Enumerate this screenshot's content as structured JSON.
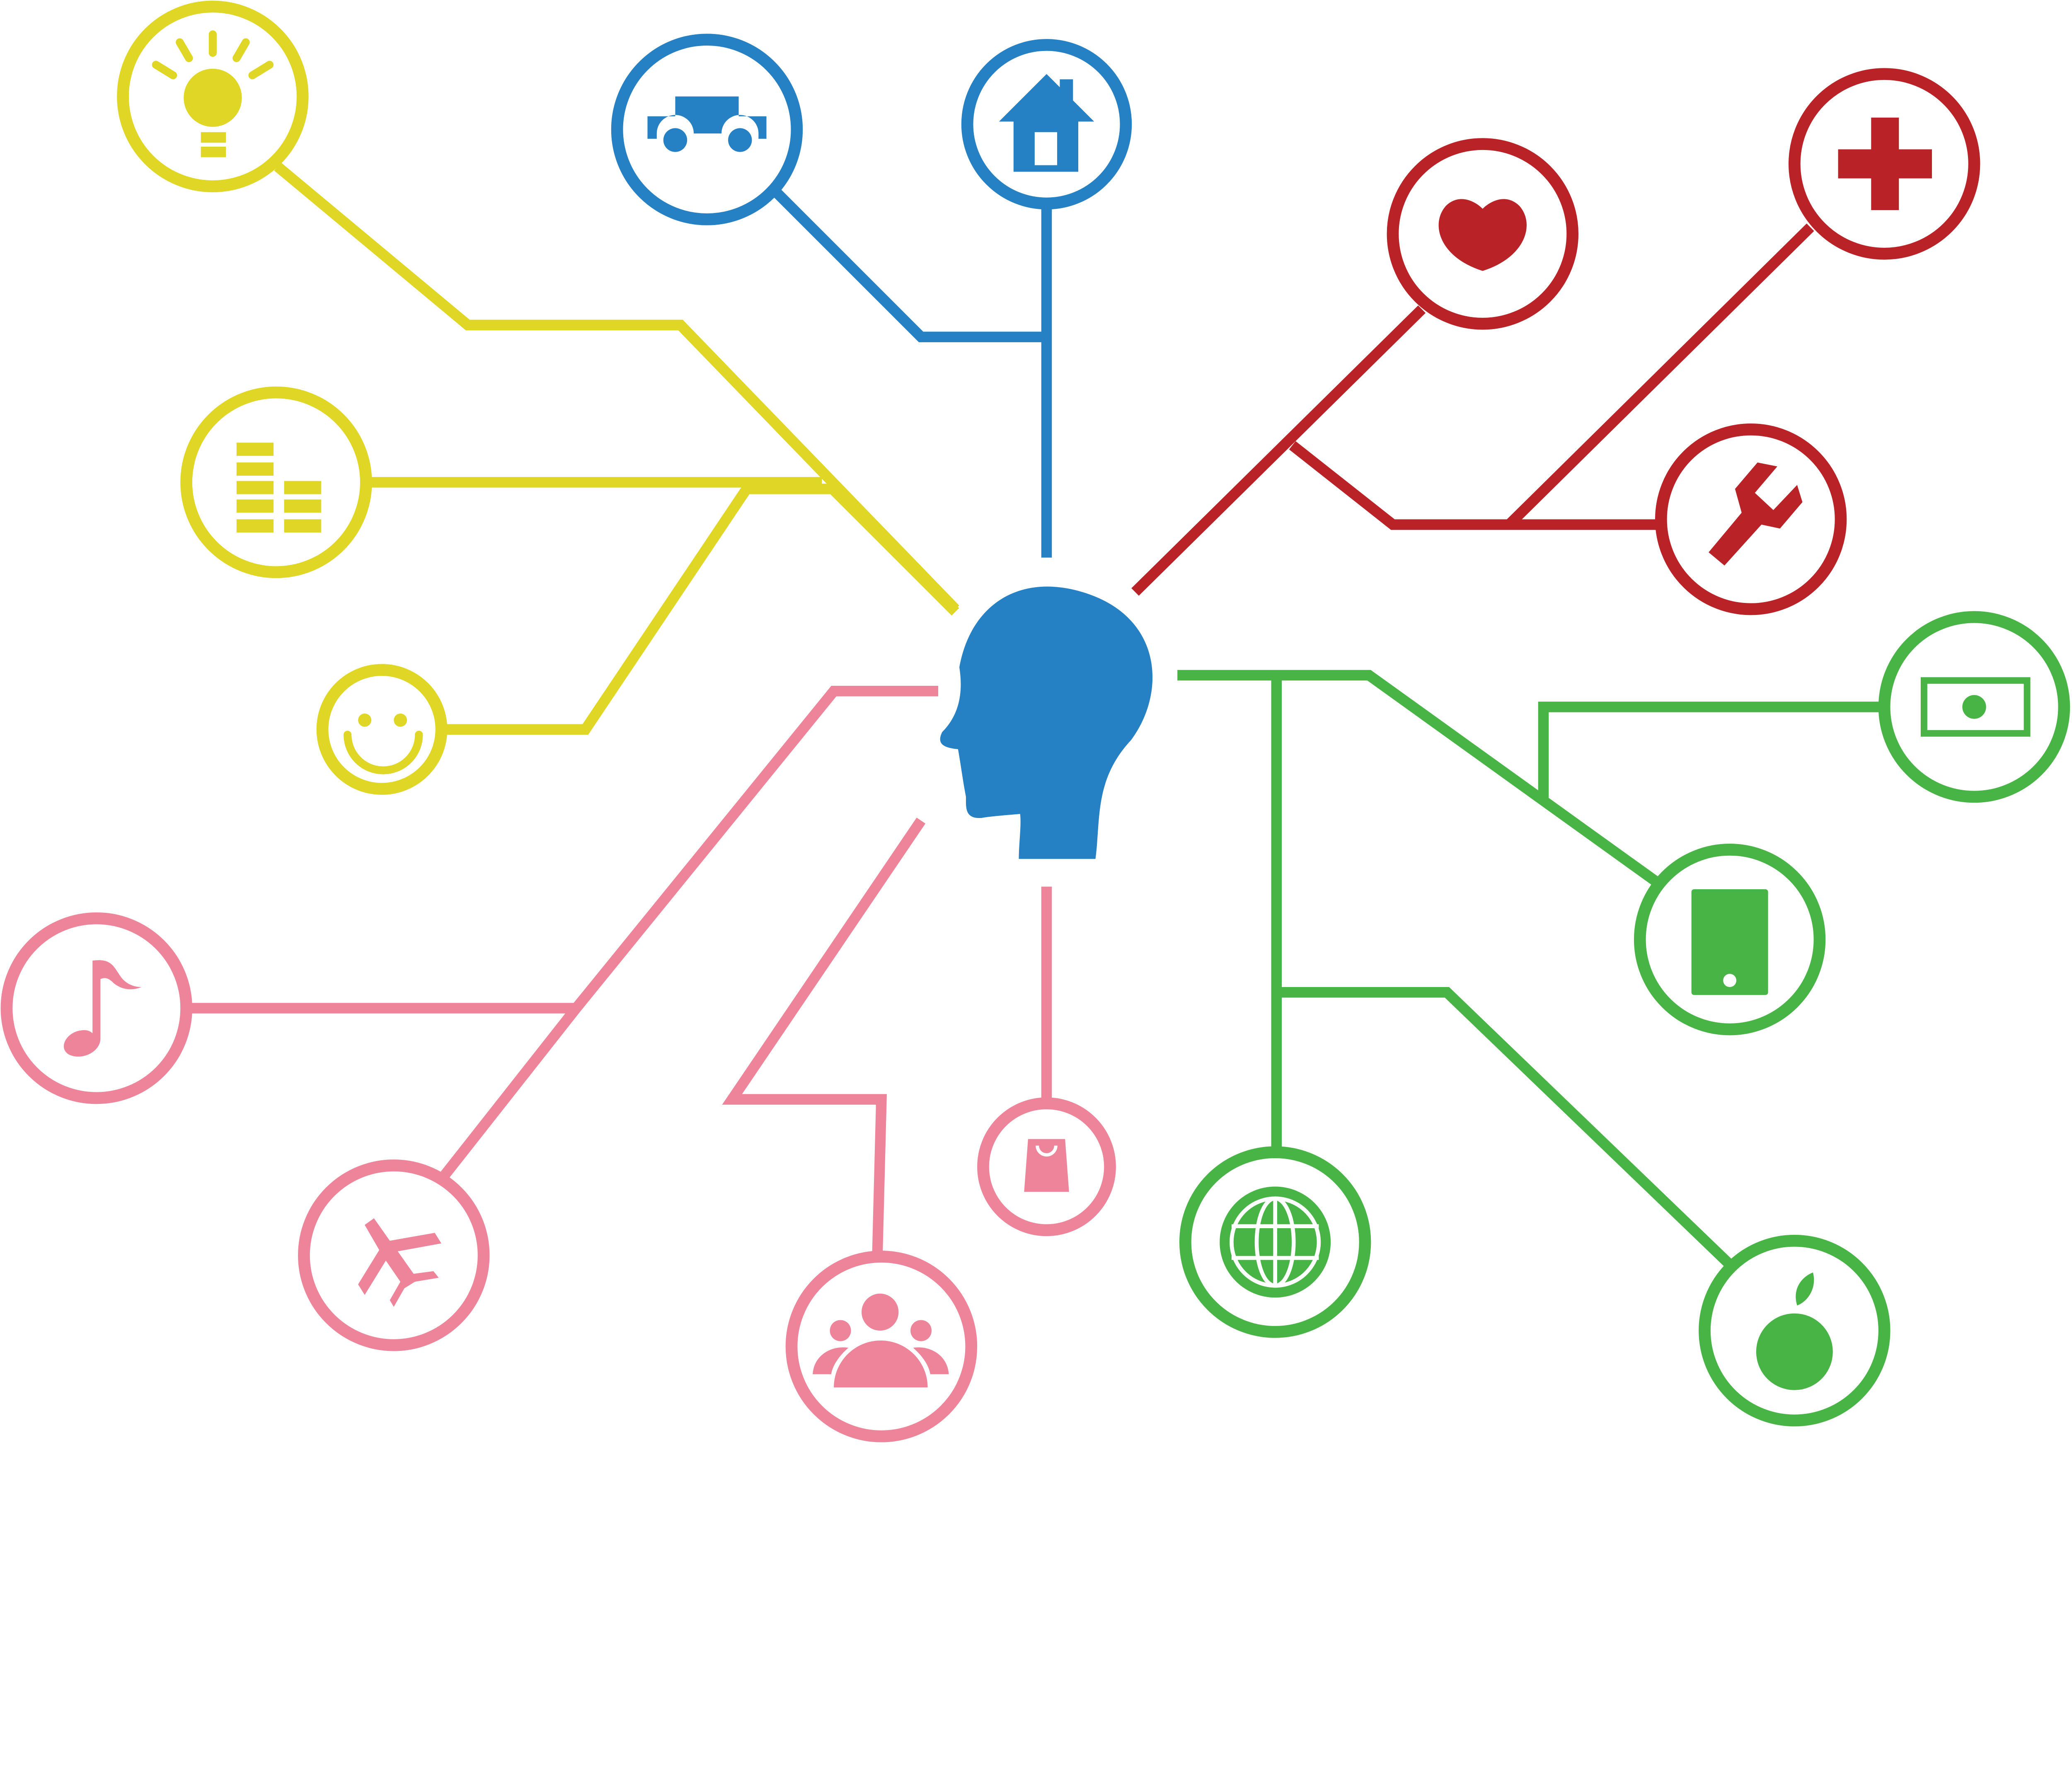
{
  "colors": {
    "yellow": "#e0d626",
    "blue": "#2680c4",
    "red": "#b92327",
    "pink": "#ee8499",
    "green": "#48b445",
    "background": "#ffffff"
  },
  "center": {
    "icon": "head-icon"
  },
  "nodes": [
    {
      "icon": "lightbulb-icon",
      "color": "yellow"
    },
    {
      "icon": "bar-chart-icon",
      "color": "yellow"
    },
    {
      "icon": "smiley-icon",
      "color": "yellow"
    },
    {
      "icon": "car-icon",
      "color": "blue"
    },
    {
      "icon": "house-icon",
      "color": "blue"
    },
    {
      "icon": "heart-icon",
      "color": "red"
    },
    {
      "icon": "medical-cross-icon",
      "color": "red"
    },
    {
      "icon": "wrench-icon",
      "color": "red"
    },
    {
      "icon": "money-icon",
      "color": "green"
    },
    {
      "icon": "tablet-icon",
      "color": "green"
    },
    {
      "icon": "globe-icon",
      "color": "green"
    },
    {
      "icon": "apple-icon",
      "color": "green"
    },
    {
      "icon": "music-note-icon",
      "color": "pink"
    },
    {
      "icon": "airplane-icon",
      "color": "pink"
    },
    {
      "icon": "people-icon",
      "color": "pink"
    },
    {
      "icon": "shopping-bag-icon",
      "color": "pink"
    }
  ]
}
